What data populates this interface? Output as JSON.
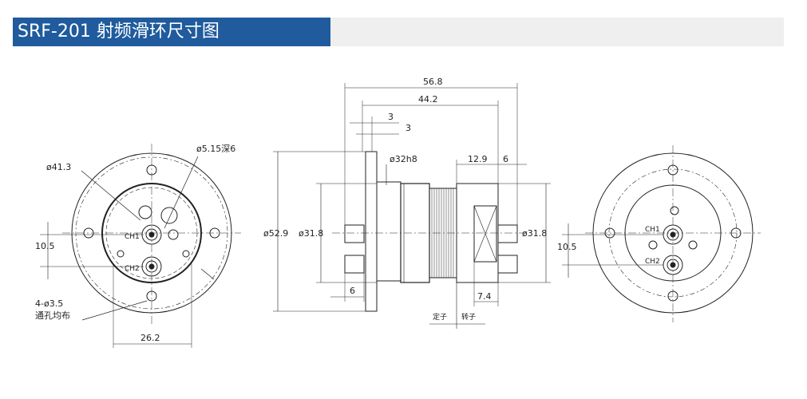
{
  "title": "SRF-201 射频滑环尺寸图",
  "colors": {
    "accent": "#1f5b9d",
    "bar": "#efefef",
    "line": "#222222"
  },
  "front_view": {
    "dim_dia_outer": "ø41.3",
    "dim_hole_depth": "ø5.15深6",
    "dim_offset": "10.5",
    "dim_holes": "4-ø3.5",
    "dim_holes_note": "通孔均布",
    "dim_width": "26.2",
    "ch1": "CH1",
    "ch2": "CH2"
  },
  "side_view": {
    "dim_total": "56.8",
    "dim_body": "44.2",
    "dim_3a": "3",
    "dim_3b": "3",
    "dim_shaft": "ø32h8",
    "dim_129": "12.9",
    "dim_6top": "6",
    "dim_flange": "ø52.9",
    "dim_body_left": "ø31.8",
    "dim_body_right": "ø31.8",
    "dim_6bottom": "6",
    "dim_74": "7.4",
    "stator": "定子",
    "rotor": "转子"
  },
  "rear_view": {
    "dim_offset": "10.5",
    "ch1": "CH1",
    "ch2": "CH2"
  }
}
